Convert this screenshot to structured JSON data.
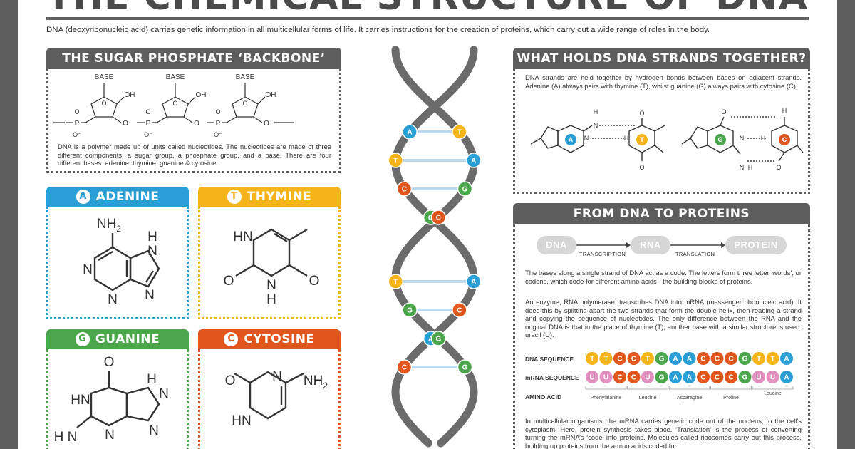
{
  "title": "THE CHEMICAL STRUCTURE OF DNA",
  "intro": "DNA (deoxyribonucleic acid) carries genetic information in all multicellular forms of life. It carries instructions for the creation of proteins, which carry out a wide range of roles in the body.",
  "backbone": {
    "heading": "THE SUGAR PHOSPHATE ‘BACKBONE’",
    "labels": {
      "base": "BASE",
      "oh": "OH",
      "o": "O",
      "p": "P",
      "o_minus": "O⁻"
    },
    "text": "DNA is a polymer made up of units called nucleotides. The nucleotides are made of three different components: a sugar group, a phosphate group, and a base. There are four different bases: adenine, thymine, guanine & cytosine."
  },
  "bases": [
    {
      "letter": "A",
      "name": "ADENINE",
      "color": "#2a9fd6"
    },
    {
      "letter": "T",
      "name": "THYMINE",
      "color": "#f4b41a"
    },
    {
      "letter": "G",
      "name": "GUANINE",
      "color": "#4ba64c"
    },
    {
      "letter": "C",
      "name": "CYTOSINE",
      "color": "#e0561d"
    }
  ],
  "atoms": {
    "nh2": "NH",
    "two": "2",
    "n": "N",
    "h": "H",
    "hn": "HN",
    "o": "O",
    "h2n": "H N"
  },
  "helix": {
    "colors": {
      "strand": "#6b6b6b",
      "rung": "#bcd8ee"
    },
    "pairs": [
      {
        "left": "A",
        "right": "T"
      },
      {
        "left": "T",
        "right": "A"
      },
      {
        "left": "C",
        "right": "G"
      },
      {
        "left": "G",
        "right": "C"
      },
      {
        "left": "T",
        "right": "A"
      },
      {
        "left": "G",
        "right": "C"
      },
      {
        "left": "A",
        "right": "G"
      },
      {
        "left": "C",
        "right": "G"
      }
    ]
  },
  "hold": {
    "heading": "WHAT HOLDS DNA STRANDS TOGETHER?",
    "text": "DNA strands are held together by hydrogen bonds between bases on adjacent strands. Adenine (A) always pairs with thymine (T), whilst guanine (G) always pairs with cytosine (C)."
  },
  "proteins": {
    "heading": "FROM DNA TO PROTEINS",
    "flow": [
      "DNA",
      "RNA",
      "PROTEIN"
    ],
    "flow_labels": [
      "TRANSCRIPTION",
      "TRANSLATION"
    ],
    "para1": "The bases along a single strand of DNA act as a code. The letters form three letter ‘words’, or codons, which code for different amino acids - the building blocks of proteins.",
    "para2": "An enzyme, RNA polymerase, transcribes DNA into mRNA (messenger ribonucleic acid). It does this by splitting apart the two strands that form the double helix, then reading a strand and copying the sequence of nucleotides. The only difference between the RNA and the original DNA is that in the place of thymine (T), another base with a similar structure is used: uracil (U).",
    "dna_label": "DNA SEQUENCE",
    "mrna_label": "mRNA SEQUENCE",
    "amino_label": "AMINO ACID",
    "dna_seq": [
      "T",
      "T",
      "C",
      "C",
      "T",
      "G",
      "A",
      "A",
      "C",
      "C",
      "C",
      "G",
      "T",
      "T",
      "A"
    ],
    "mrna_seq": [
      "U",
      "U",
      "C",
      "C",
      "U",
      "G",
      "A",
      "A",
      "C",
      "C",
      "C",
      "G",
      "U",
      "U",
      "A"
    ],
    "amino_acids": [
      "Phenylalanine",
      "Leucine",
      "Asparagine",
      "Proline",
      "Leucine"
    ],
    "para3": "In multicellular organisms, the mRNA carries genetic code out of the nucleus, to the cell’s cytoplasm. Here, protein synthesis takes place. ‘Translation’ is the process of converting turning the mRNA’s ‘code’ into proteins. Molecules called ribosomes carry out this process, building up proteins from the amino acids coded for."
  },
  "colors": {
    "A": "#2a9fd6",
    "T": "#f4b41a",
    "G": "#4ba64c",
    "C": "#e0561d",
    "U": "#e08fbf",
    "header": "#5d5d5d"
  }
}
